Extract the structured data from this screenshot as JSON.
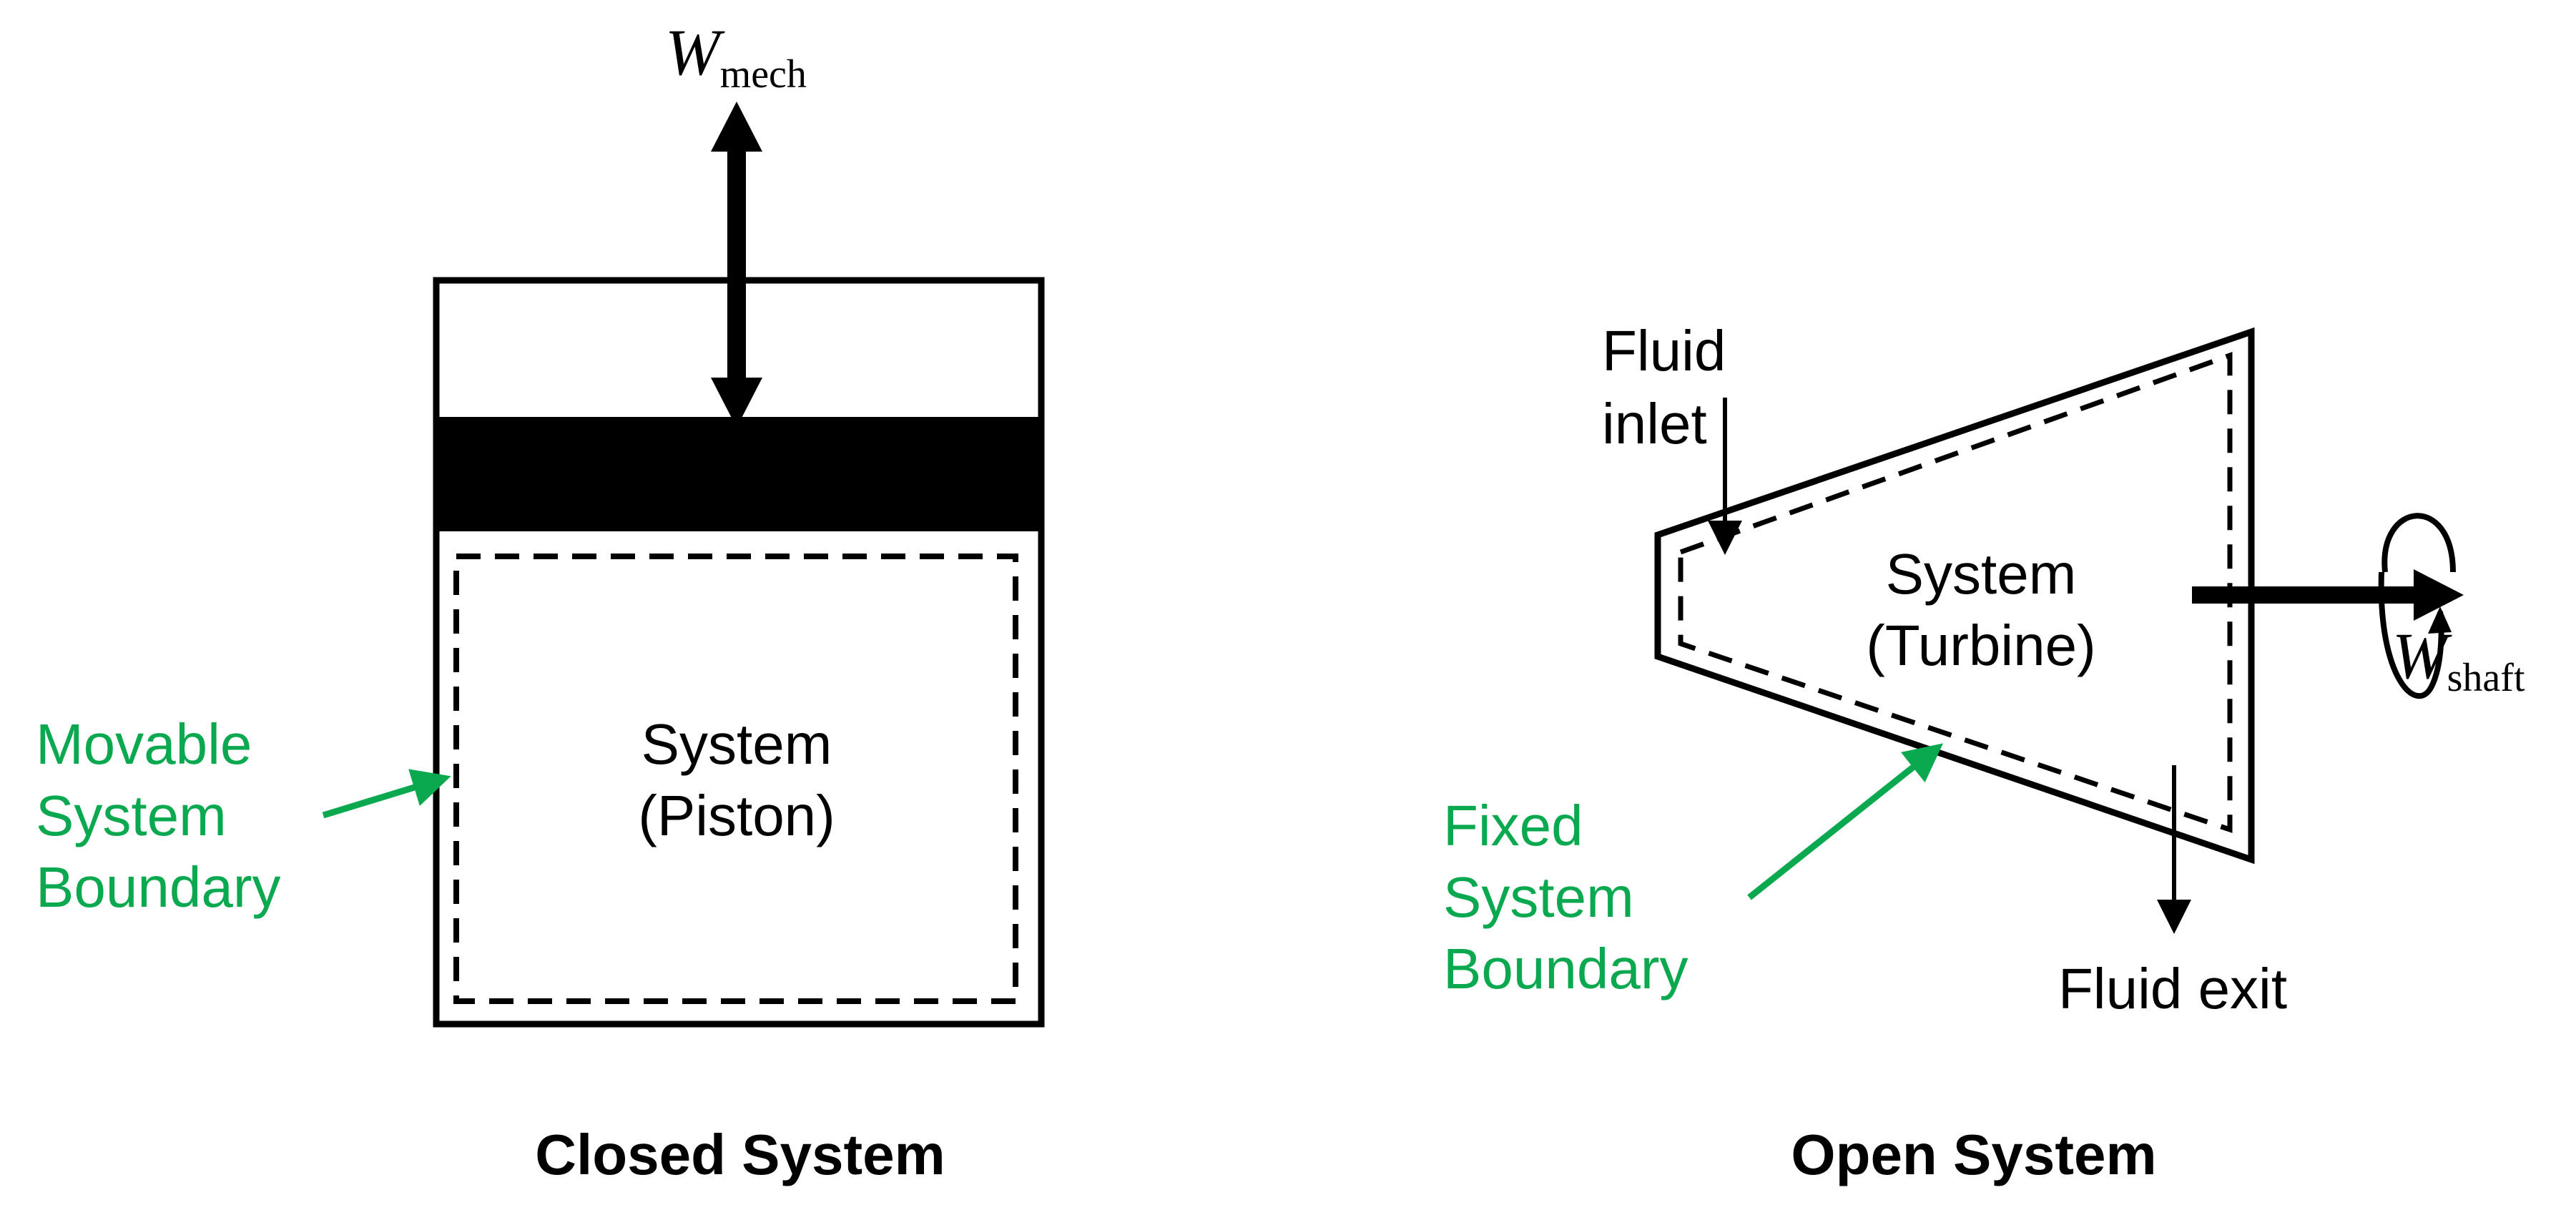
{
  "closed_system": {
    "work_symbol": "W",
    "work_subscript": "mech",
    "system_line1": "System",
    "system_line2": "(Piston)",
    "boundary_label": [
      "Movable",
      "System",
      "Boundary"
    ],
    "caption": "Closed System"
  },
  "open_system": {
    "inlet_label": [
      "Fluid",
      "inlet"
    ],
    "system_line1": "System",
    "system_line2": "(Turbine)",
    "work_symbol": "W",
    "work_subscript": "shaft",
    "boundary_label": [
      "Fixed",
      "System",
      "Boundary"
    ],
    "exit_label": "Fluid exit",
    "caption": "Open System"
  },
  "colors": {
    "ink": "#000000",
    "boundary_label": "#0aa84f"
  }
}
